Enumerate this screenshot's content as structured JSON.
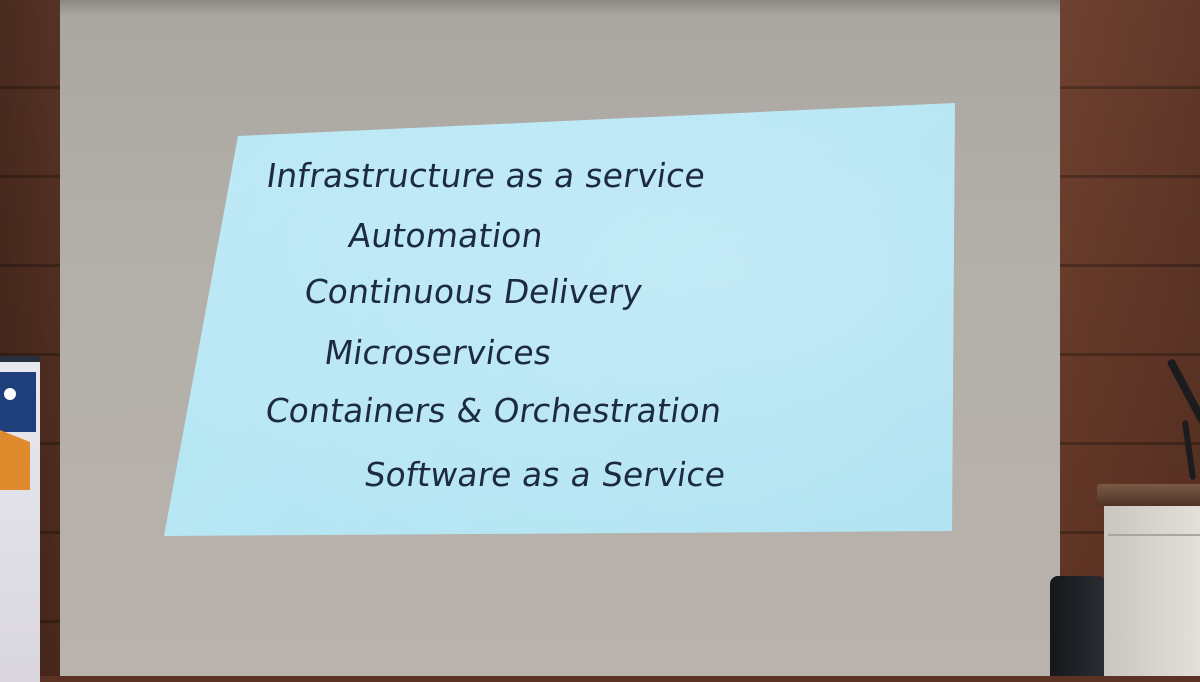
{
  "scene": {
    "kind": "projected presentation slide in a conference room",
    "colors": {
      "slide_background": "#b6e6f4",
      "slide_text": "#1d2a43",
      "screen": "#b3afa9",
      "wall_wood": "#6b3a28",
      "banner_navy": "#1f3f7a",
      "banner_orange": "#e08a2e"
    }
  },
  "slide": {
    "lines": [
      "Infrastructure as a service",
      "Automation",
      "Continuous Delivery",
      "Microservices",
      "Containers & Orchestration",
      "Software as a Service"
    ]
  }
}
